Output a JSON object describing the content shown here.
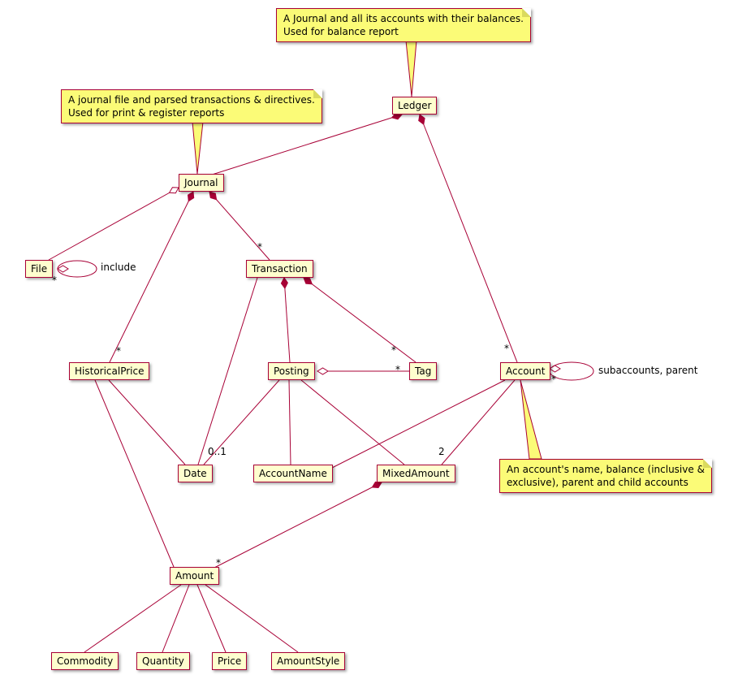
{
  "colors": {
    "line": "#A80036",
    "class_fill": "#FEFECE",
    "note_fill": "#FBFB77",
    "text": "#000000",
    "background": "#FFFFFF"
  },
  "classes": {
    "ledger": "Ledger",
    "journal": "Journal",
    "file": "File",
    "transaction": "Transaction",
    "historical_price": "HistoricalPrice",
    "posting": "Posting",
    "tag": "Tag",
    "account": "Account",
    "date": "Date",
    "account_name": "AccountName",
    "mixed_amount": "MixedAmount",
    "amount": "Amount",
    "commodity": "Commodity",
    "quantity": "Quantity",
    "price": "Price",
    "amount_style": "AmountStyle"
  },
  "notes": {
    "ledger_note": "A Journal and all its accounts with their balances.\nUsed for balance report",
    "journal_note": "A journal file and parsed transactions & directives.\nUsed for print & register reports",
    "account_note": "An account's name, balance (inclusive &\nexclusive), parent and child accounts"
  },
  "labels": {
    "include": "include",
    "subaccounts": "subaccounts, parent",
    "file_star": "*",
    "transaction_star": "*",
    "historical_price_star": "*",
    "tag_star_transaction": "*",
    "tag_star_posting": "*",
    "account_star_ledger": "*",
    "account_star_self": "*",
    "amount_star": "*",
    "posting_date_multiplicity": "0..1",
    "account_mixed_amount_multiplicity": "2"
  }
}
